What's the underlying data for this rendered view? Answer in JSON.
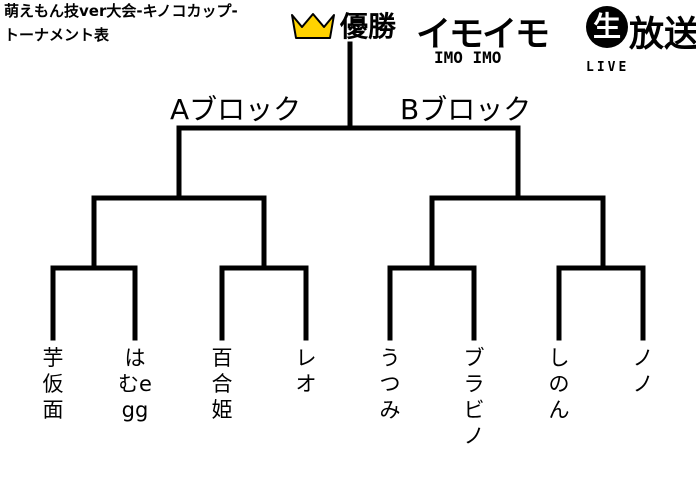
{
  "header": {
    "title_line1": "萌えもん技ver大会-キノコカップ-",
    "title_line2": "トーナメント表"
  },
  "winner_label": "優勝",
  "logo": {
    "main": "イモイモ",
    "circle_char": "生",
    "hoso": "放送",
    "sub": "IMO IMO",
    "live": "LIVE"
  },
  "blocks": {
    "a": "Aブロック",
    "b": "Bブロック"
  },
  "participants": [
    "芋仮面",
    "はむegg",
    "百合姫",
    "レオ",
    "うつみ",
    "ブラビノ",
    "しのん",
    "ノノ"
  ]
}
